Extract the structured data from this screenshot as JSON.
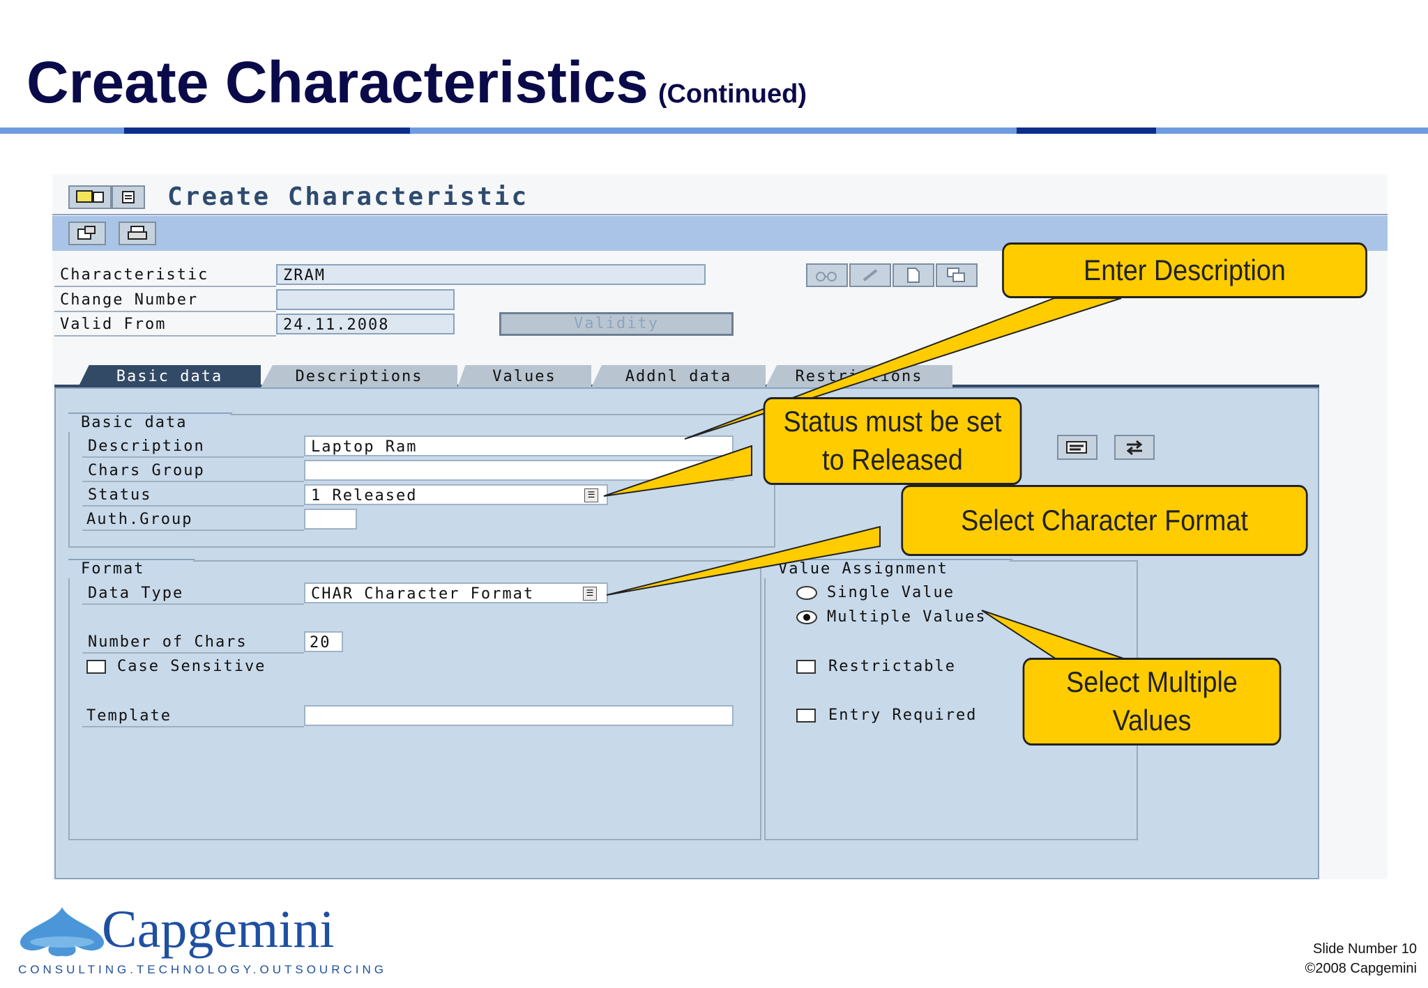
{
  "slide": {
    "title": "Create Characteristics",
    "subtitle": "(Continued)",
    "footer_slide": "Slide Number 10",
    "footer_copyright": "©2008 Capgemini",
    "logo_name": "Capgemini",
    "logo_tagline": "CONSULTING.TECHNOLOGY.OUTSOURCING"
  },
  "sap": {
    "window_title": "Create Characteristic",
    "header_fields": [
      {
        "label": "Characteristic",
        "value": "ZRAM"
      },
      {
        "label": "Change Number",
        "value": ""
      },
      {
        "label": "Valid From",
        "value": "24.11.2008"
      }
    ],
    "validity_button": "Validity",
    "tabs": [
      "Basic data",
      "Descriptions",
      "Values",
      "Addnl data",
      "Restrictions"
    ],
    "basic_group": {
      "title": "Basic data",
      "description_label": "Description",
      "description_value": "Laptop Ram",
      "chars_group_label": "Chars Group",
      "chars_group_value": "",
      "status_label": "Status",
      "status_value": "1 Released",
      "auth_group_label": "Auth.Group",
      "auth_group_value": ""
    },
    "format_group": {
      "title": "Format",
      "data_type_label": "Data Type",
      "data_type_value": "CHAR Character Format",
      "num_chars_label": "Number of Chars",
      "num_chars_value": "20",
      "case_sensitive_label": "Case Sensitive",
      "template_label": "Template",
      "template_value": ""
    },
    "value_assignment": {
      "title": "Value Assignment",
      "single_value": "Single Value",
      "multiple_values": "Multiple Values",
      "restrictable": "Restrictable",
      "entry_required": "Entry Required",
      "selected": "multiple"
    }
  },
  "callouts": {
    "enter_description": "Enter Description",
    "status_line1": "Status must be set",
    "status_line2": "to Released",
    "select_format": "Select Character Format",
    "multiple_line1": "Select Multiple",
    "multiple_line2": "Values"
  },
  "colors": {
    "title": "#0a0a4a",
    "rule_light": "#6f9be0",
    "rule_dark": "#0b2d8c",
    "sap_panel": "#c8d9ea",
    "callout": "#ffcc00",
    "logo": "#1f4fa0"
  }
}
